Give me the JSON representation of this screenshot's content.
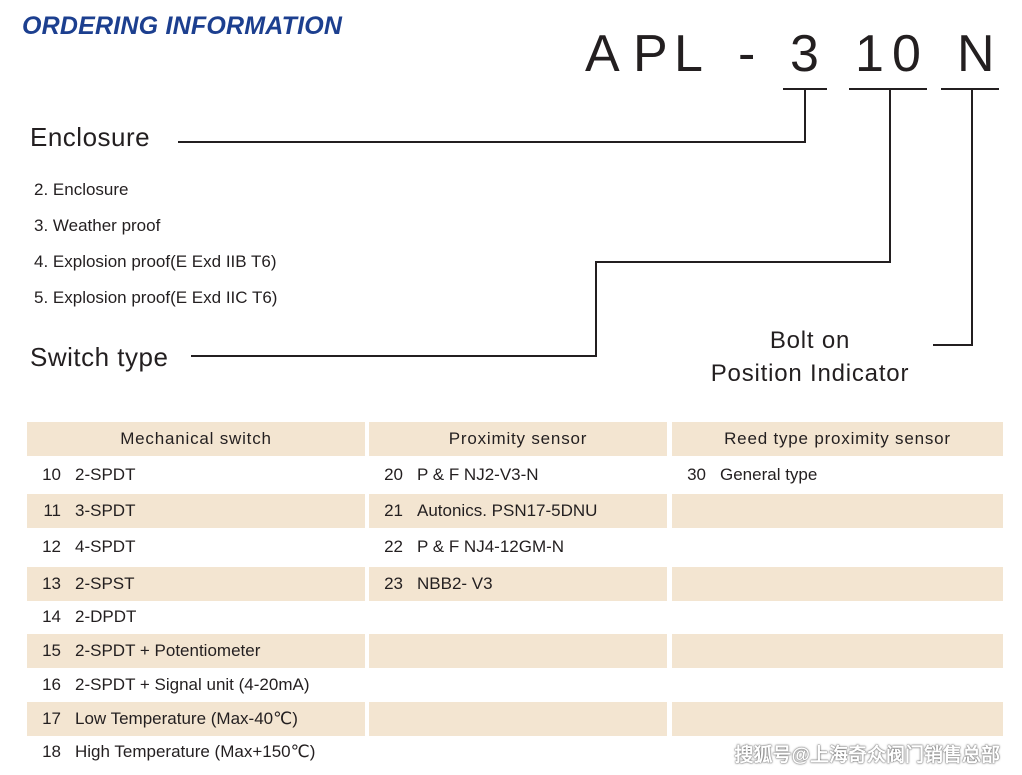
{
  "title": "ORDERING INFORMATION",
  "model_code": {
    "prefix": [
      "A",
      "P",
      "L",
      "-"
    ],
    "parts": [
      "3",
      "1",
      "0",
      "N"
    ]
  },
  "enclosure": {
    "label": "Enclosure",
    "items": [
      "2. Enclosure",
      "3. Weather proof",
      "4. Explosion proof(E Exd IIB T6)",
      "5. Explosion proof(E Exd IIC T6)"
    ]
  },
  "switch_type": {
    "label": "Switch type"
  },
  "bolt_on": {
    "line1": "Bolt on",
    "line2": "Position Indicator"
  },
  "table": {
    "headers": [
      "Mechanical switch",
      "Proximity sensor",
      "Reed type proximity sensor"
    ],
    "mechanical": [
      {
        "num": "10",
        "text": "2-SPDT"
      },
      {
        "num": "11",
        "text": "3-SPDT"
      },
      {
        "num": "12",
        "text": "4-SPDT"
      },
      {
        "num": "13",
        "text": "2-SPST"
      },
      {
        "num": "14",
        "text": "2-DPDT"
      },
      {
        "num": "15",
        "text": "2-SPDT + Potentiometer"
      },
      {
        "num": "16",
        "text": "2-SPDT + Signal unit (4-20mA)"
      },
      {
        "num": "17",
        "text": "Low Temperature (Max-40℃)"
      },
      {
        "num": "18",
        "text": "High Temperature (Max+150℃)"
      }
    ],
    "proximity": [
      {
        "num": "20",
        "text": "P & F NJ2-V3-N"
      },
      {
        "num": "21",
        "text": "Autonics. PSN17-5DNU"
      },
      {
        "num": "22",
        "text": "P & F NJ4-12GM-N"
      },
      {
        "num": "23",
        "text": "NBB2- V3"
      }
    ],
    "reed": [
      {
        "num": "30",
        "text": "General type"
      }
    ]
  },
  "watermark": "搜狐号@上海奇众阀门销售总部"
}
